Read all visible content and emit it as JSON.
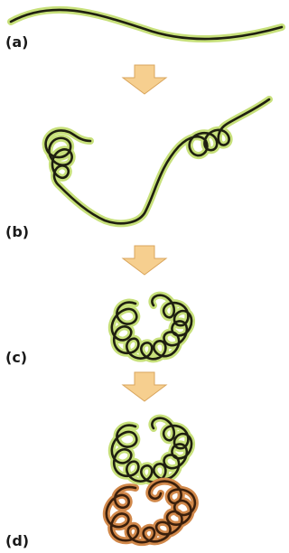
{
  "labels": {
    "a": "(a)",
    "b": "(b)",
    "c": "(c)",
    "d": "(d)"
  },
  "colors": {
    "chain_green_halo": "#c7e07a",
    "chain_brown_halo": "#d1884a",
    "chain_core": "#1f1f10",
    "arrow_fill": "#f6cf8f"
  }
}
